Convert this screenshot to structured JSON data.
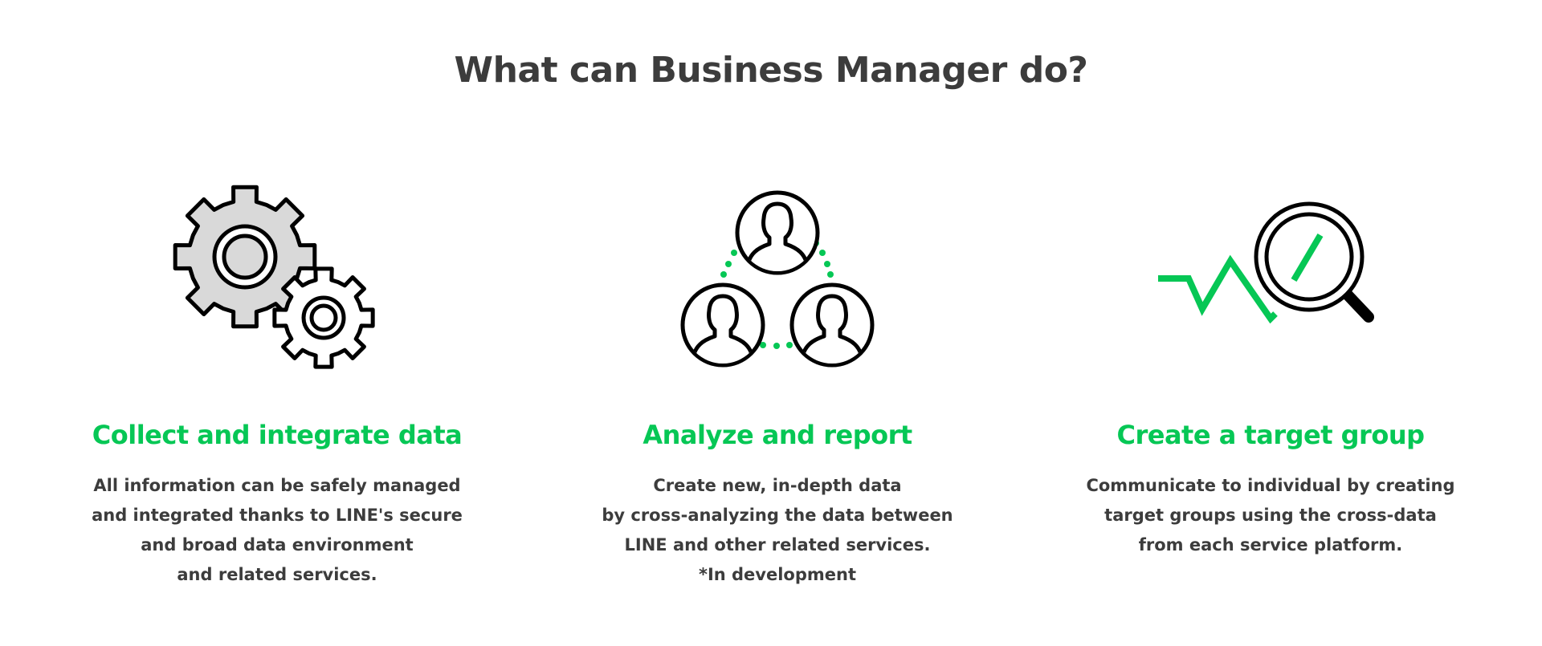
{
  "title": "What can Business Manager do?",
  "colors": {
    "accent": "#06c755",
    "text": "#3c3c3c",
    "gear_fill": "#d9d9d9"
  },
  "features": [
    {
      "icon": "gears-icon",
      "title": "Collect and integrate data",
      "desc": [
        "All information can be safely managed",
        "and integrated thanks to LINE's secure",
        "and broad data environment",
        "and related services."
      ]
    },
    {
      "icon": "user-network-icon",
      "title": "Analyze and report",
      "desc": [
        "Create new, in-depth data",
        "by cross-analyzing the data between",
        "LINE and other related services.",
        "*In development"
      ]
    },
    {
      "icon": "magnifier-chart-icon",
      "title": "Create a target group",
      "desc": [
        "Communicate to individual by creating",
        "target groups using the cross-data",
        "from each service platform."
      ]
    }
  ]
}
